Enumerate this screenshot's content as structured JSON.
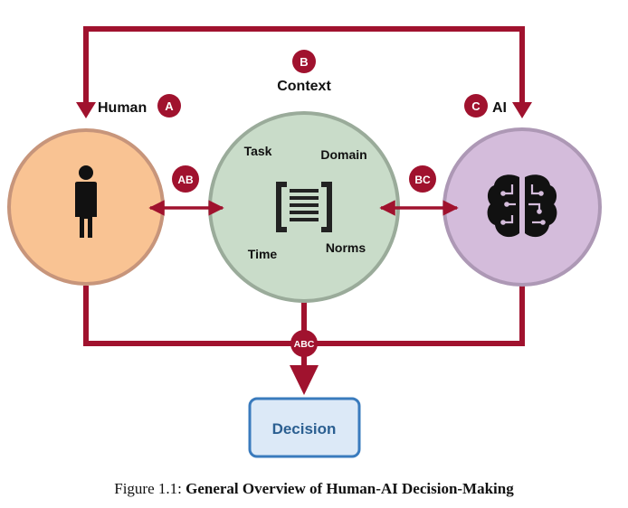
{
  "colors": {
    "arrow": "#a0122e",
    "human_fill": "#f9c393",
    "human_stroke": "#c7957b",
    "context_fill": "#c9dcc9",
    "context_stroke": "#9aab9a",
    "ai_fill": "#d4bcdb",
    "ai_stroke": "#ad98b5",
    "decision_fill": "#dce9f7",
    "decision_stroke": "#3a7bbd",
    "decision_text": "#2b5f91"
  },
  "nodes": {
    "human": {
      "label": "Human",
      "badge": "A",
      "icon": "person-icon"
    },
    "context": {
      "label": "Context",
      "badge": "B",
      "icon": "bracket-list-icon",
      "factors": {
        "task": "Task",
        "domain": "Domain",
        "time": "Time",
        "norms": "Norms"
      }
    },
    "ai": {
      "label": "AI",
      "badge": "C",
      "icon": "brain-circuit-icon"
    }
  },
  "links": {
    "ab": "AB",
    "bc": "BC",
    "abc": "ABC"
  },
  "decision": {
    "label": "Decision"
  },
  "caption": {
    "prefix": "Figure 1.1:",
    "title": "General Overview of Human-AI Decision-Making"
  }
}
